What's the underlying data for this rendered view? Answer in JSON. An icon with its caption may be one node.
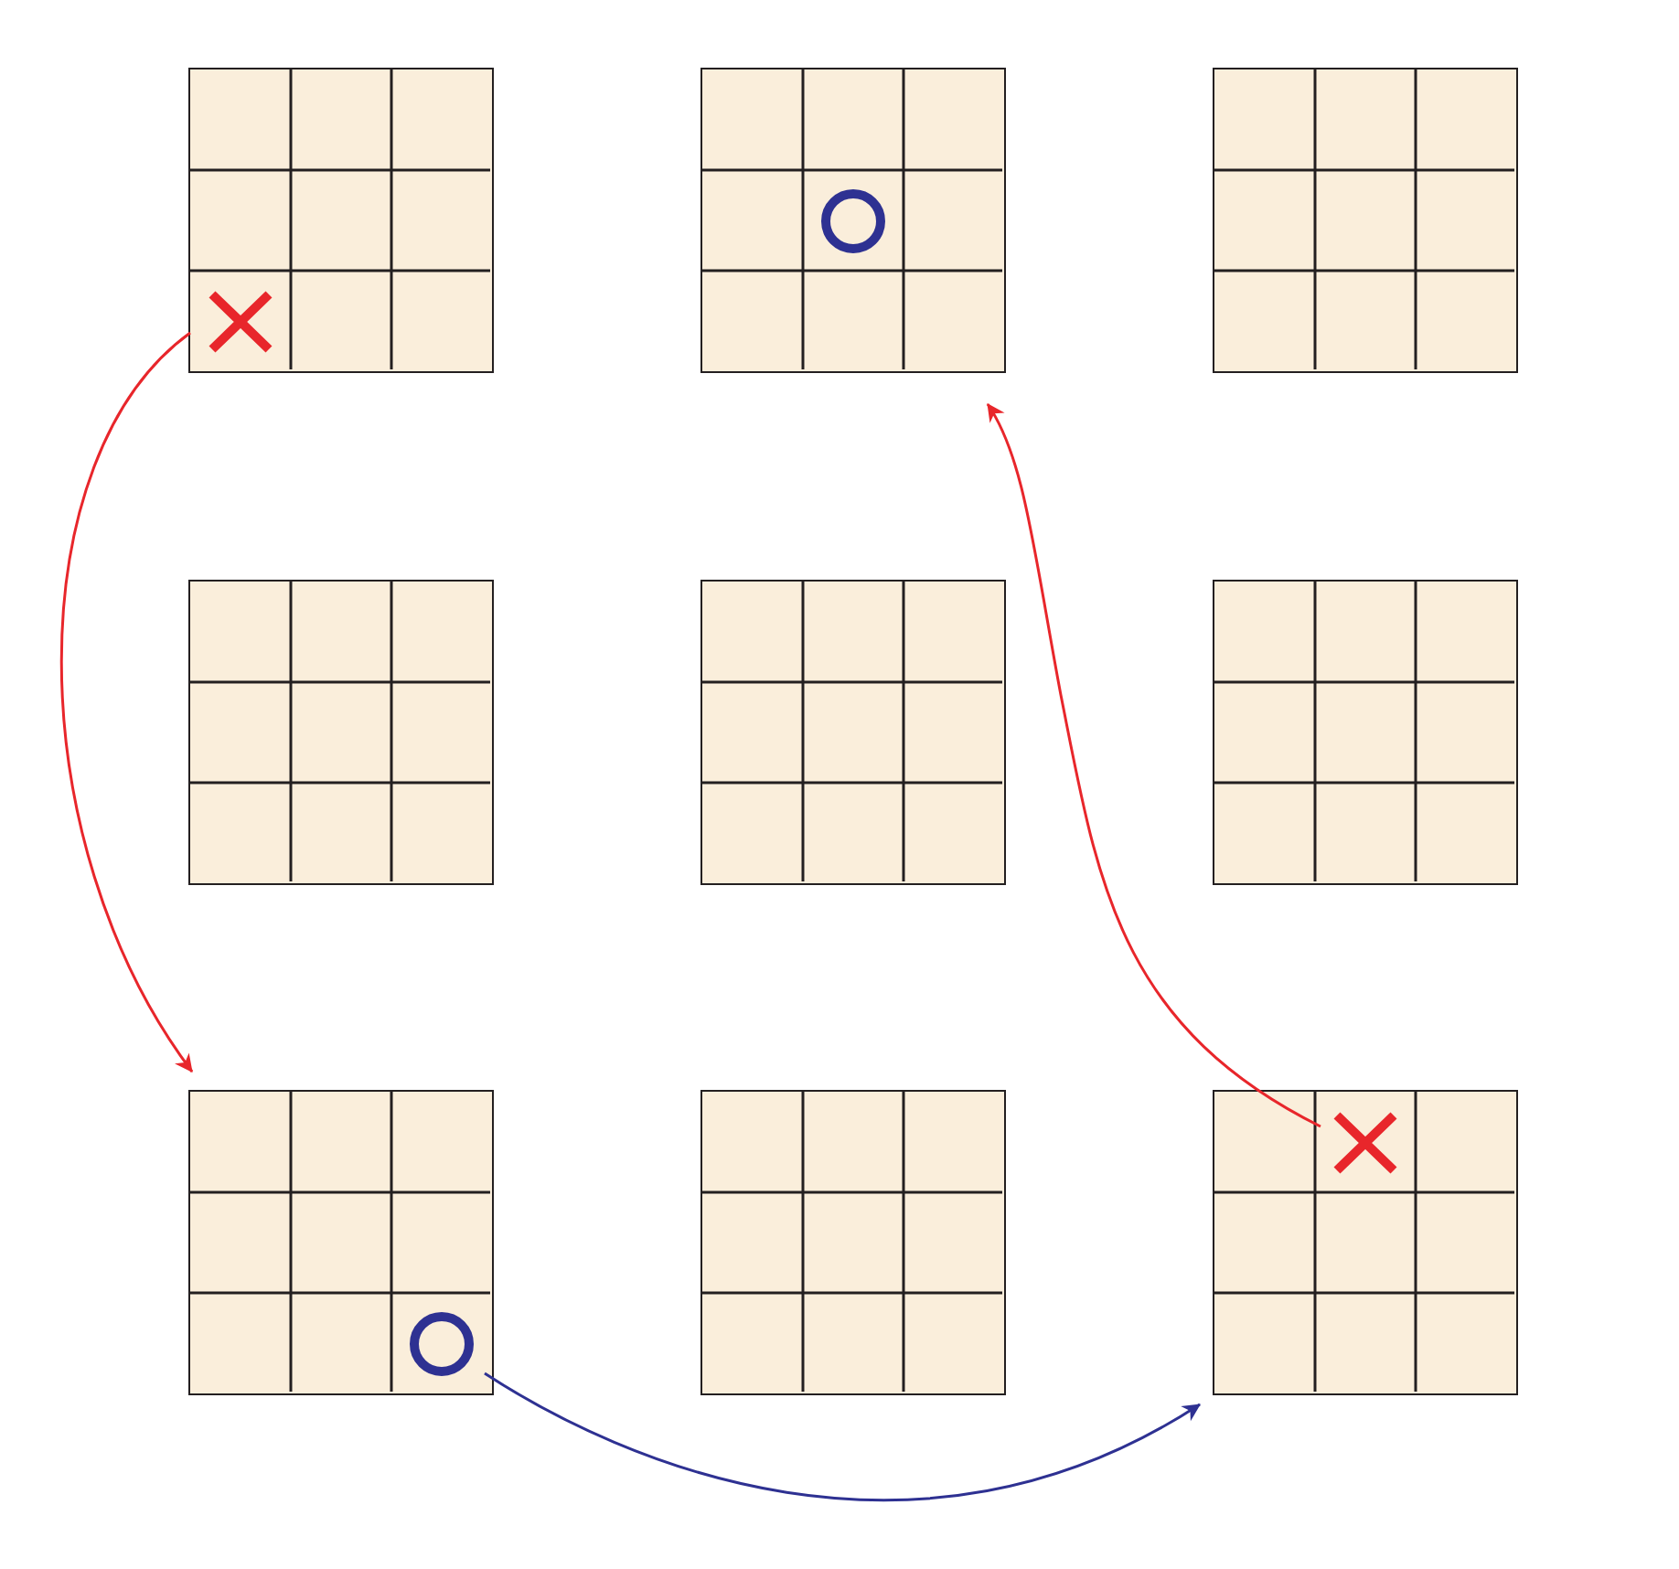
{
  "diagram": {
    "nodes": [
      {
        "text": [],
        "shape": "box"
      },
      {
        "text": [],
        "shape": "box"
      },
      {
        "text": [],
        "shape": "box"
      },
      {
        "text": [],
        "shape": "box"
      },
      {
        "text": [],
        "shape": "box"
      },
      {
        "text": [],
        "shape": "box"
      },
      {
        "text": [],
        "shape": "box"
      },
      {
        "text": [],
        "shape": "box"
      },
      {
        "text": [],
        "shape": "box"
      },
      {
        "text": [],
        "shape": "cross",
        "in": 0
      },
      {
        "text": [],
        "shape": "circle",
        "in": 1
      },
      {
        "text": [],
        "shape": "circle",
        "in": 6
      },
      {
        "text": [],
        "shape": "cross",
        "in": 8
      }
    ],
    "edges": [
      {
        "from": 9,
        "to": 6,
        "arrow": "to",
        "color": "#e8262b"
      },
      {
        "from": 11,
        "to": 8,
        "arrow": "to",
        "color": "#2e3192"
      },
      {
        "from": 12,
        "to": 1,
        "arrow": "to",
        "color": "#e8262b"
      }
    ]
  }
}
